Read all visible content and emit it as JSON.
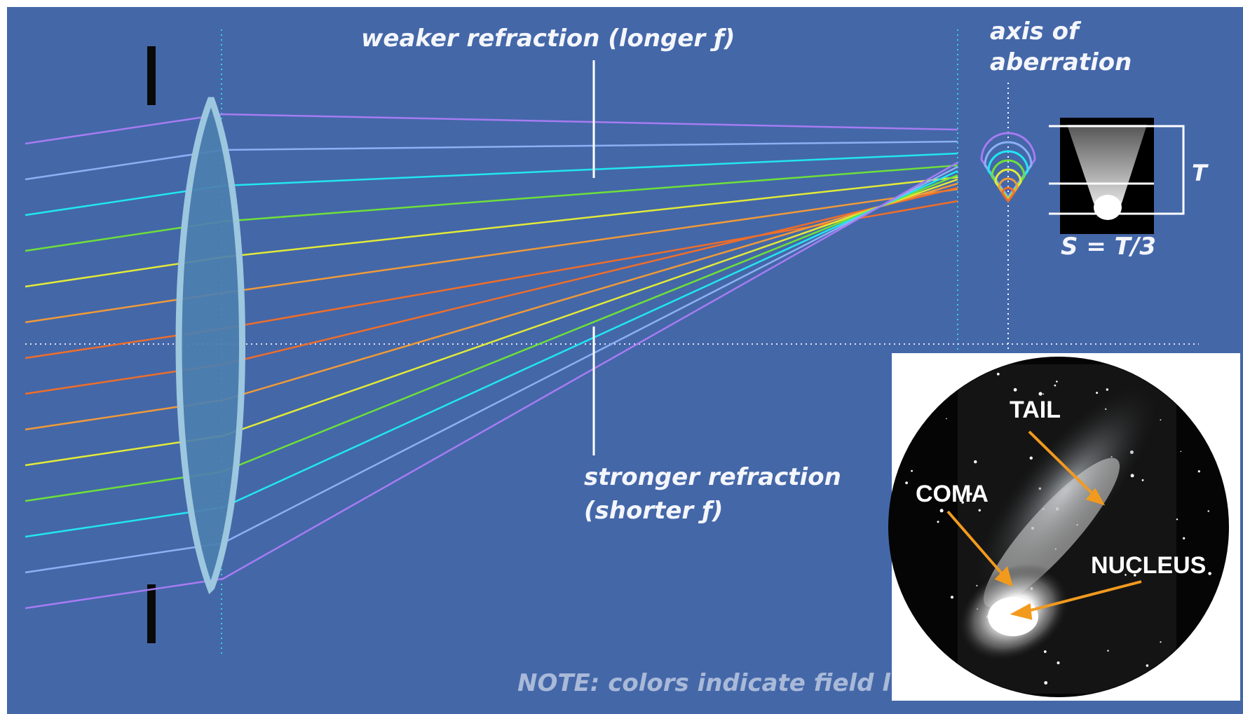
{
  "labels": {
    "weaker": "weaker refraction (longer ƒ)",
    "stronger_line1": "stronger refraction",
    "stronger_line2": "(shorter ƒ)",
    "axis_line1": "axis of",
    "axis_line2": "aberration",
    "t_label": "T",
    "s_label": "S = T/3",
    "note": "NOTE: colors indicate field l"
  },
  "comet": {
    "tail": "TAIL",
    "coma": "COMA",
    "nucleus": "NUCLEUS"
  },
  "colors": {
    "background": "#4467a8",
    "lens_fill": "#4d7fb0",
    "lens_edge": "#9cc7df",
    "guide_cyan": "#36d3dd",
    "arrow_orange": "#f29a1e",
    "ray_colors": [
      "#a67cf2",
      "#8cb0f4",
      "#22e6f2",
      "#6ee03a",
      "#e2ea38",
      "#f09a38",
      "#ee6e2a"
    ]
  }
}
